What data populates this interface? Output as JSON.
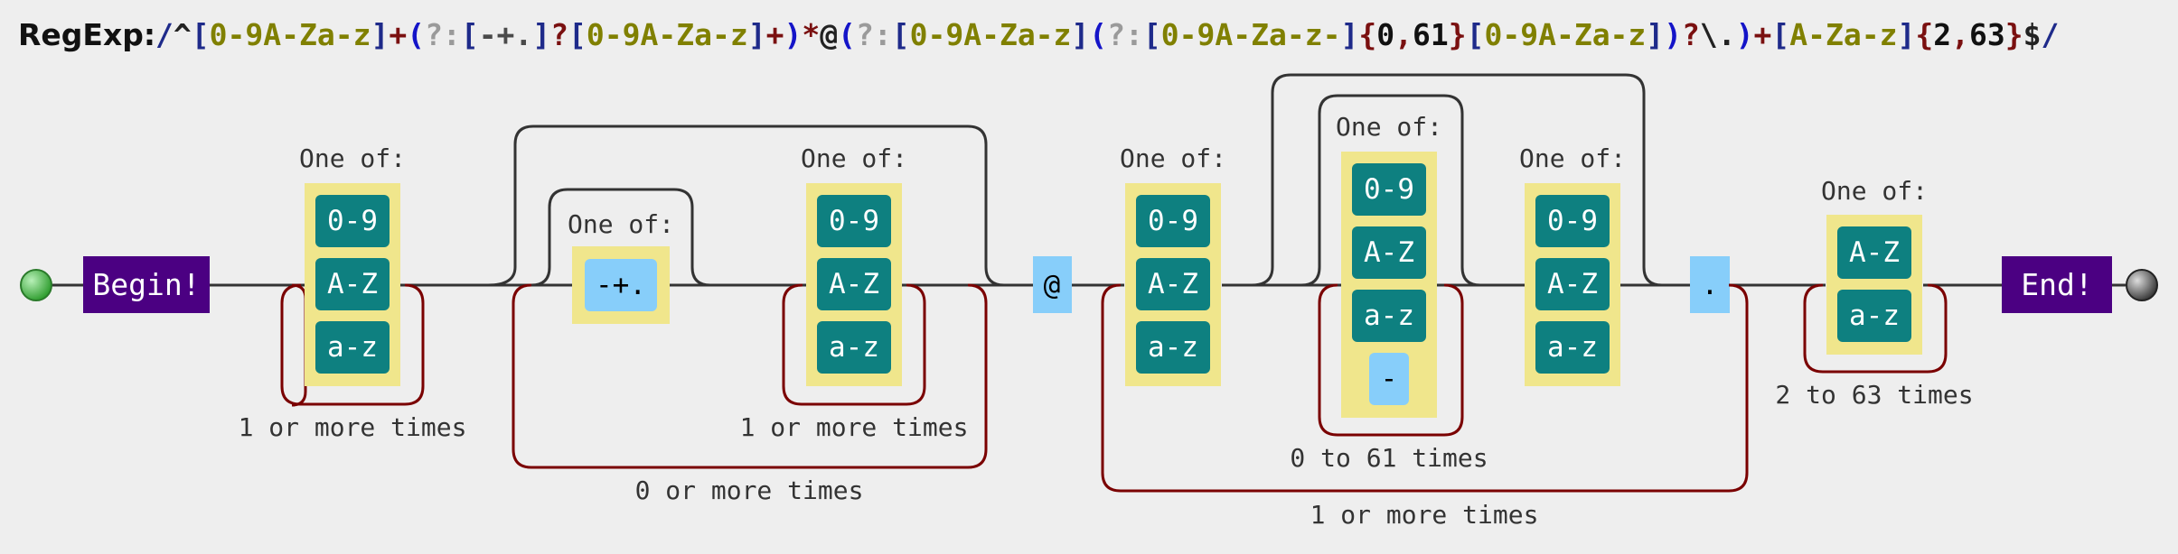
{
  "header": {
    "label": "RegExp:",
    "tokens": [
      {
        "t": "/",
        "c": "delim"
      },
      {
        "t": "^",
        "c": "anchor"
      },
      {
        "t": "[",
        "c": "cls"
      },
      {
        "t": "0-9A-Za-z",
        "c": "range"
      },
      {
        "t": "]",
        "c": "cls"
      },
      {
        "t": "+",
        "c": "quant"
      },
      {
        "t": "(",
        "c": "group"
      },
      {
        "t": "?:",
        "c": "non"
      },
      {
        "t": "[",
        "c": "cls"
      },
      {
        "t": "-+.",
        "c": "hy"
      },
      {
        "t": "]",
        "c": "cls"
      },
      {
        "t": "?",
        "c": "quant"
      },
      {
        "t": "[",
        "c": "cls"
      },
      {
        "t": "0-9A-Za-z",
        "c": "range"
      },
      {
        "t": "]",
        "c": "cls"
      },
      {
        "t": "+",
        "c": "quant"
      },
      {
        "t": ")",
        "c": "group"
      },
      {
        "t": "*",
        "c": "quant"
      },
      {
        "t": "@",
        "c": "lit"
      },
      {
        "t": "(",
        "c": "group"
      },
      {
        "t": "?:",
        "c": "non"
      },
      {
        "t": "[",
        "c": "cls"
      },
      {
        "t": "0-9A-Za-z",
        "c": "range"
      },
      {
        "t": "]",
        "c": "cls"
      },
      {
        "t": "(",
        "c": "group"
      },
      {
        "t": "?:",
        "c": "non"
      },
      {
        "t": "[",
        "c": "cls"
      },
      {
        "t": "0-9A-Za-z-",
        "c": "range"
      },
      {
        "t": "]",
        "c": "cls"
      },
      {
        "t": "{",
        "c": "quant"
      },
      {
        "t": "0",
        "c": "num"
      },
      {
        "t": ",",
        "c": "quant"
      },
      {
        "t": "61",
        "c": "num"
      },
      {
        "t": "}",
        "c": "quant"
      },
      {
        "t": "[",
        "c": "cls"
      },
      {
        "t": "0-9A-Za-z",
        "c": "range"
      },
      {
        "t": "]",
        "c": "cls"
      },
      {
        "t": ")",
        "c": "group"
      },
      {
        "t": "?",
        "c": "quant"
      },
      {
        "t": "\\.",
        "c": "esc"
      },
      {
        "t": ")",
        "c": "group"
      },
      {
        "t": "+",
        "c": "quant"
      },
      {
        "t": "[",
        "c": "cls"
      },
      {
        "t": "A-Za-z",
        "c": "range"
      },
      {
        "t": "]",
        "c": "cls"
      },
      {
        "t": "{",
        "c": "quant"
      },
      {
        "t": "2",
        "c": "num"
      },
      {
        "t": ",",
        "c": "quant"
      },
      {
        "t": "63",
        "c": "num"
      },
      {
        "t": "}",
        "c": "quant"
      },
      {
        "t": "$",
        "c": "anchor"
      },
      {
        "t": "/",
        "c": "delim"
      }
    ]
  },
  "diagram": {
    "begin_label": "Begin!",
    "end_label": "End!",
    "one_of": "One of:",
    "local_part_set1": [
      "0-9",
      "A-Z",
      "a-z"
    ],
    "local_part_set1_loop": "1 or more times",
    "separator_chars": "-+.",
    "local_part_set2": [
      "0-9",
      "A-Z",
      "a-z"
    ],
    "local_part_set2_loop": "1 or more times",
    "local_group_loop": "0 or more times",
    "at_sign": "@",
    "domain_set1": [
      "0-9",
      "A-Z",
      "a-z"
    ],
    "domain_mid_set": [
      "0-9",
      "A-Z",
      "a-z",
      "-"
    ],
    "domain_mid_loop": "0 to 61 times",
    "domain_set2": [
      "0-9",
      "A-Z",
      "a-z"
    ],
    "dot": ".",
    "domain_group_loop": "1 or more times",
    "tld_set": [
      "A-Z",
      "a-z"
    ],
    "tld_loop": "2 to 63 times",
    "colors": {
      "start_circle": "#3caa3c",
      "end_circle": "#555555",
      "terminal": "#4b0082",
      "chip": "#0e8080",
      "set_bg": "#f0e68c",
      "literal": "#87cefa",
      "loop": "#7a0000"
    }
  }
}
